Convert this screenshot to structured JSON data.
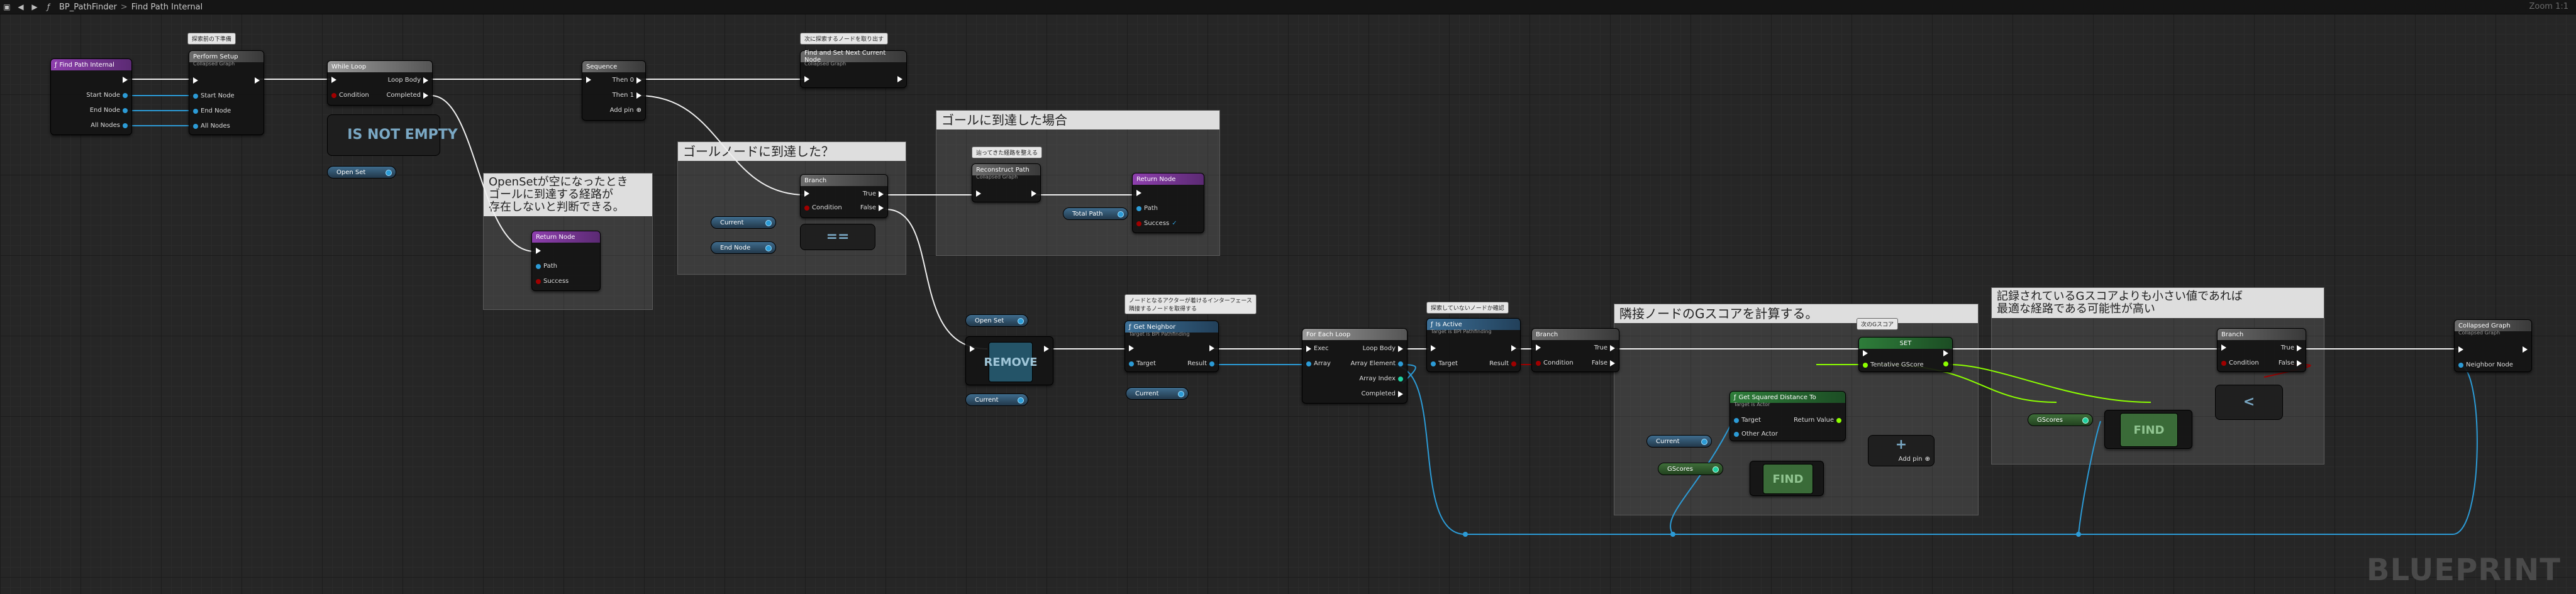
{
  "window": {
    "tab_title": "BP_PathFinder",
    "breadcrumb_sep": ">",
    "graph_title": "Find Path Internal",
    "zoom": "Zoom 1:1",
    "watermark": "BLUEPRINT"
  },
  "comments": {
    "opensetEmpty": "OpenSetが空になったとき\nゴールに到達する経路が\n存在しないと判断できる。",
    "goalReached": "ゴールノードに到達した？",
    "goalCase": "ゴールに到達した場合",
    "gscore": "隣接ノードのGスコアを計算する。",
    "lowerScore": "記録されているGスコアよりも小さい値であれば\n最適な経路である可能性が高い"
  },
  "tooltips": {
    "setup": "探索前の下準備",
    "nextNode": "次に探索するノードを取り出す",
    "reconstruct": "辿ってきた経路を整える",
    "neighbor": "ノードとなるアクターが着けるインターフェース\n隣接するノードを取得する",
    "notSearched": "探索していないノードか確認",
    "nextG": "次のGスコア"
  },
  "nodes": {
    "entry": {
      "title": "Find Path Internal",
      "pins": [
        "Start Node",
        "End Node",
        "All Nodes"
      ]
    },
    "setup": {
      "title": "Perform Setup",
      "sub": "Collapsed Graph",
      "pins": [
        "Start Node",
        "End Node",
        "All Nodes"
      ]
    },
    "whileLoop": {
      "title": "While Loop",
      "in": [
        "Condition"
      ],
      "out": [
        "Loop Body",
        "Completed"
      ]
    },
    "notEmpty": {
      "label": "IS NOT EMPTY"
    },
    "openSet1": {
      "label": "Open Set"
    },
    "sequence": {
      "title": "Sequence",
      "out": [
        "Then 0",
        "Then 1",
        "Add pin"
      ]
    },
    "findNext": {
      "title": "Find and Set Next Current Node",
      "sub": "Collapsed Graph"
    },
    "returnNode1": {
      "title": "Return Node",
      "pins": [
        "Path",
        "Success"
      ]
    },
    "branch1": {
      "title": "Branch",
      "in": [
        "Condition"
      ],
      "out": [
        "True",
        "False"
      ]
    },
    "current1": {
      "label": "Current"
    },
    "endNode1": {
      "label": "End Node"
    },
    "eq": {
      "label": "=="
    },
    "reconstruct": {
      "title": "Reconstruct Path",
      "sub": "Collapsed Graph"
    },
    "totalPath": {
      "label": "Total Path"
    },
    "returnNode2": {
      "title": "Return Node",
      "pins": [
        "Path",
        "Success"
      ]
    },
    "openSet2": {
      "label": "Open Set"
    },
    "remove": {
      "label": "REMOVE"
    },
    "current2": {
      "label": "Current"
    },
    "getNeighbor": {
      "title": "Get Neighbor",
      "sub": "Target is BPI Pathfinding",
      "pins": [
        "Target"
      ],
      "out": [
        "Result"
      ]
    },
    "current3": {
      "label": "Current"
    },
    "forEach": {
      "title": "For Each Loop",
      "in": [
        "Exec",
        "Array"
      ],
      "out": [
        "Loop Body",
        "Array Element",
        "Array Index",
        "Completed"
      ]
    },
    "isActive": {
      "title": "Is Active",
      "sub": "Target is BPI Pathfinding",
      "pins": [
        "Target"
      ],
      "out": [
        "Result"
      ]
    },
    "branch2": {
      "title": "Branch",
      "in": [
        "Condition"
      ],
      "out": [
        "True",
        "False"
      ]
    },
    "setG": {
      "title": "SET",
      "pins": [
        "Tentative GScore"
      ]
    },
    "getSquared": {
      "title": "Get Squared Distance To",
      "sub": "Target is Actor",
      "pins": [
        "Target",
        "Other Actor"
      ],
      "out": [
        "Return Value"
      ]
    },
    "current4": {
      "label": "Current"
    },
    "gScores1": {
      "label": "GScores"
    },
    "find1": {
      "label": "FIND"
    },
    "add": {
      "label": "+",
      "pin": "Add pin"
    },
    "branch3": {
      "title": "Branch",
      "in": [
        "Condition"
      ],
      "out": [
        "True",
        "False"
      ]
    },
    "gScores2": {
      "label": "GScores"
    },
    "find2": {
      "label": "FIND"
    },
    "less": {
      "label": "<"
    },
    "collapsed": {
      "title": "Collapsed Graph",
      "sub": "Collapsed Graph",
      "pins": [
        "Neighbor Node"
      ]
    }
  }
}
